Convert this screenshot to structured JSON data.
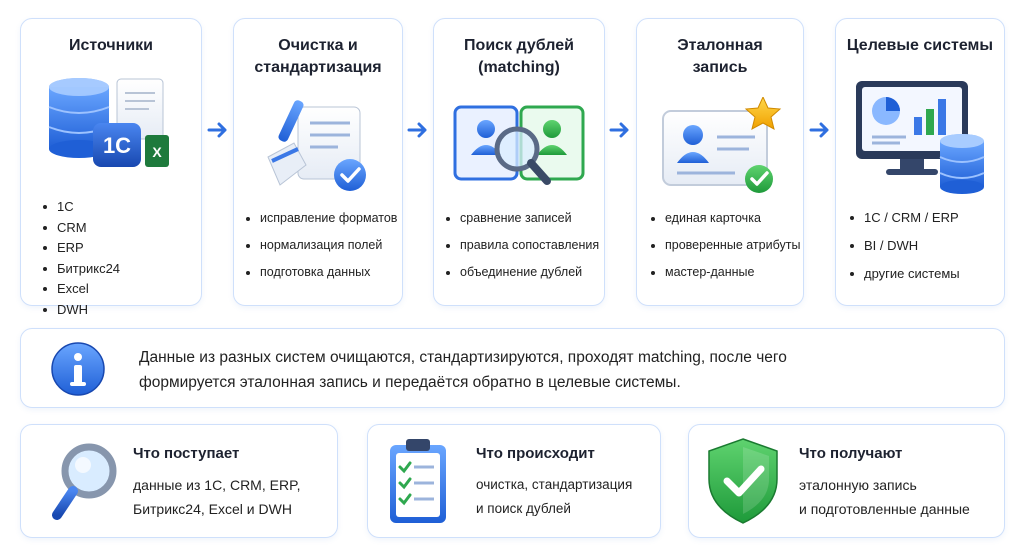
{
  "stages": [
    {
      "id": "sources",
      "title_lines": [
        "Источники"
      ],
      "items": [
        "1C",
        "CRM",
        "ERP",
        "Битрикс24",
        "Excel",
        "DWH"
      ],
      "icon": "database-1c-excel-icon",
      "badge_text": "1C"
    },
    {
      "id": "cleaning",
      "title_lines": [
        "Очистка и",
        "стандартизация"
      ],
      "items": [
        "исправление форматов",
        "нормализация полей",
        "подготовка данных"
      ],
      "icon": "broom-document-icon"
    },
    {
      "id": "matching",
      "title_lines": [
        "Поиск дублей",
        "(matching)"
      ],
      "items": [
        "сравнение записей",
        "правила сопоставления",
        "объединение дублей"
      ],
      "icon": "profile-cards-magnifier-icon"
    },
    {
      "id": "golden",
      "title_lines": [
        "Эталонная",
        "запись"
      ],
      "items": [
        "единая карточка",
        "проверенные атрибуты",
        "мастер-данные"
      ],
      "icon": "star-profile-card-icon"
    },
    {
      "id": "targets",
      "title_lines": [
        "Целевые системы"
      ],
      "items": [
        "1C / CRM / ERP",
        "BI / DWH",
        "другие системы"
      ],
      "icon": "monitor-database-icon"
    }
  ],
  "info": {
    "icon": "info-icon",
    "lines": [
      "Данные из разных систем очищаются, стандартизируются, проходят matching, после чего",
      "формируется эталонная запись и передаётся обратно в целевые системы."
    ]
  },
  "summary": [
    {
      "icon": "magnifier-icon",
      "title": "Что поступает",
      "lines": [
        "данные из 1С, CRM, ERP,",
        "Битрикс24, Excel и DWH"
      ]
    },
    {
      "icon": "clipboard-checklist-icon",
      "title": "Что происходит",
      "lines": [
        "очистка, стандартизация",
        "и поиск дублей"
      ]
    },
    {
      "icon": "shield-check-icon",
      "title": "Что получают",
      "lines": [
        "эталонную запись",
        "и подготовленные данные"
      ]
    }
  ],
  "colors": {
    "accent_blue": "#2f6fe0",
    "card_border": "#cfe0fb",
    "success_green": "#2fa84f",
    "star_gold": "#f5b000"
  }
}
